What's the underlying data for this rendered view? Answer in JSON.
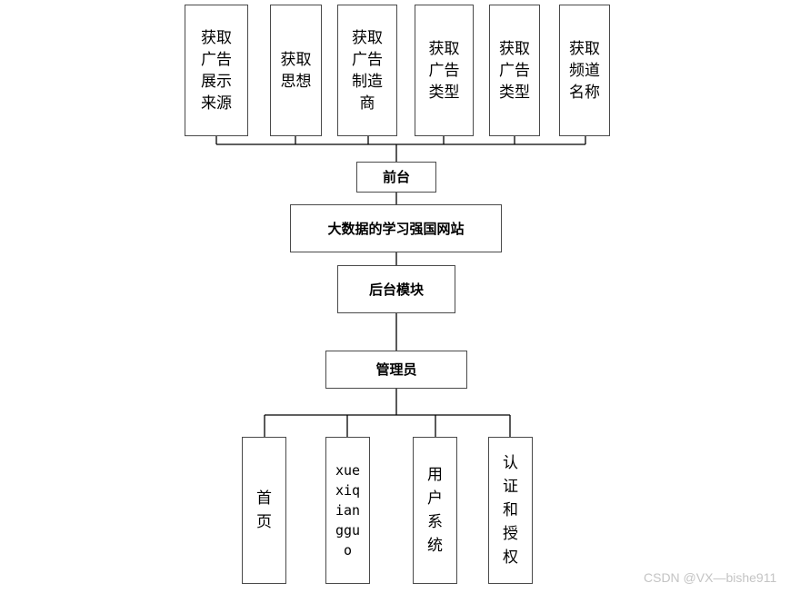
{
  "top_nodes": [
    {
      "label": "获取\n广告\n展示\n来源"
    },
    {
      "label": "获取\n思想"
    },
    {
      "label": "获取\n广告\n制造\n商"
    },
    {
      "label": "获取\n广告\n类型"
    },
    {
      "label": "获取\n广告\n类型"
    },
    {
      "label": "获取\n频道\n名称"
    }
  ],
  "front": {
    "label": "前台"
  },
  "site": {
    "label": "大数据的学习强国网站"
  },
  "backend": {
    "label": "后台模块"
  },
  "admin": {
    "label": "管理员"
  },
  "bottom_nodes": [
    {
      "label": "首\n页"
    },
    {
      "label": "xue\nxiq\nian\nggu\no"
    },
    {
      "label": "用\n户\n系\n统"
    },
    {
      "label": "认\n证\n和\n授\n权"
    }
  ],
  "watermark": "CSDN @VX—bishe911",
  "colors": {
    "line": "#000000",
    "border": "#4a4a4a",
    "watermark": "#c4c4c4"
  }
}
